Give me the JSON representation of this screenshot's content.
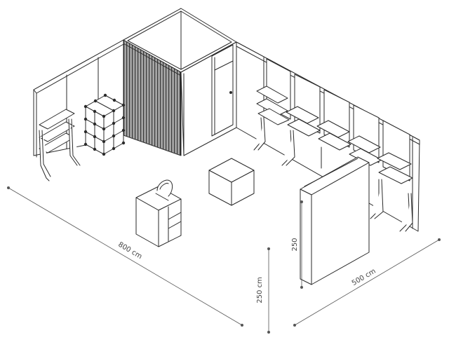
{
  "colors": {
    "line": "#2a2a2a",
    "fill": "#ffffff",
    "dimension": "#555555"
  },
  "dimensions": {
    "width_label": "800 cm",
    "depth_label": "500 cm",
    "height_label": "250 cm",
    "panel_height_label": "250"
  }
}
